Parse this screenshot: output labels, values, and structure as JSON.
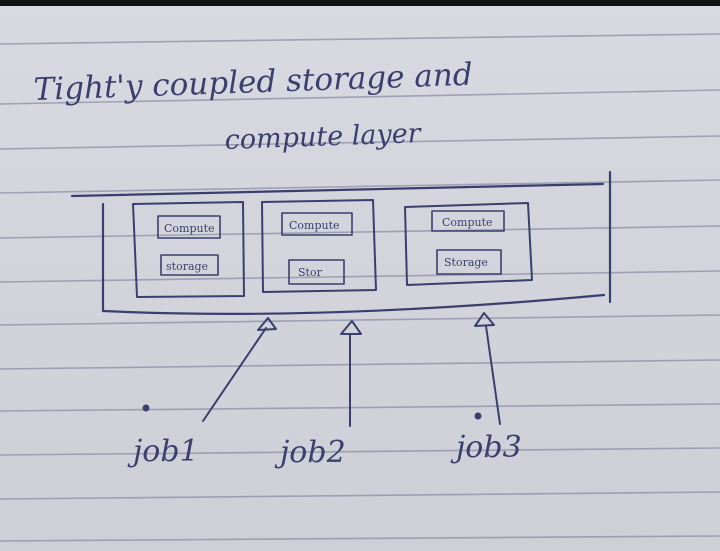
{
  "title": {
    "line1": "Tight'y coupled storage and",
    "line2": "compute layer"
  },
  "nodes": [
    {
      "compute_label": "Compute",
      "storage_label": "storage"
    },
    {
      "compute_label": "Compute",
      "storage_label": "Stor"
    },
    {
      "compute_label": "Compute",
      "storage_label": "Storage"
    }
  ],
  "jobs": [
    {
      "label": "job1"
    },
    {
      "label": "job2"
    },
    {
      "label": "job3"
    }
  ],
  "colors": {
    "ink": "#3b3f6e",
    "paper": "#d4d4dc",
    "rule": "#8d8fa6"
  }
}
